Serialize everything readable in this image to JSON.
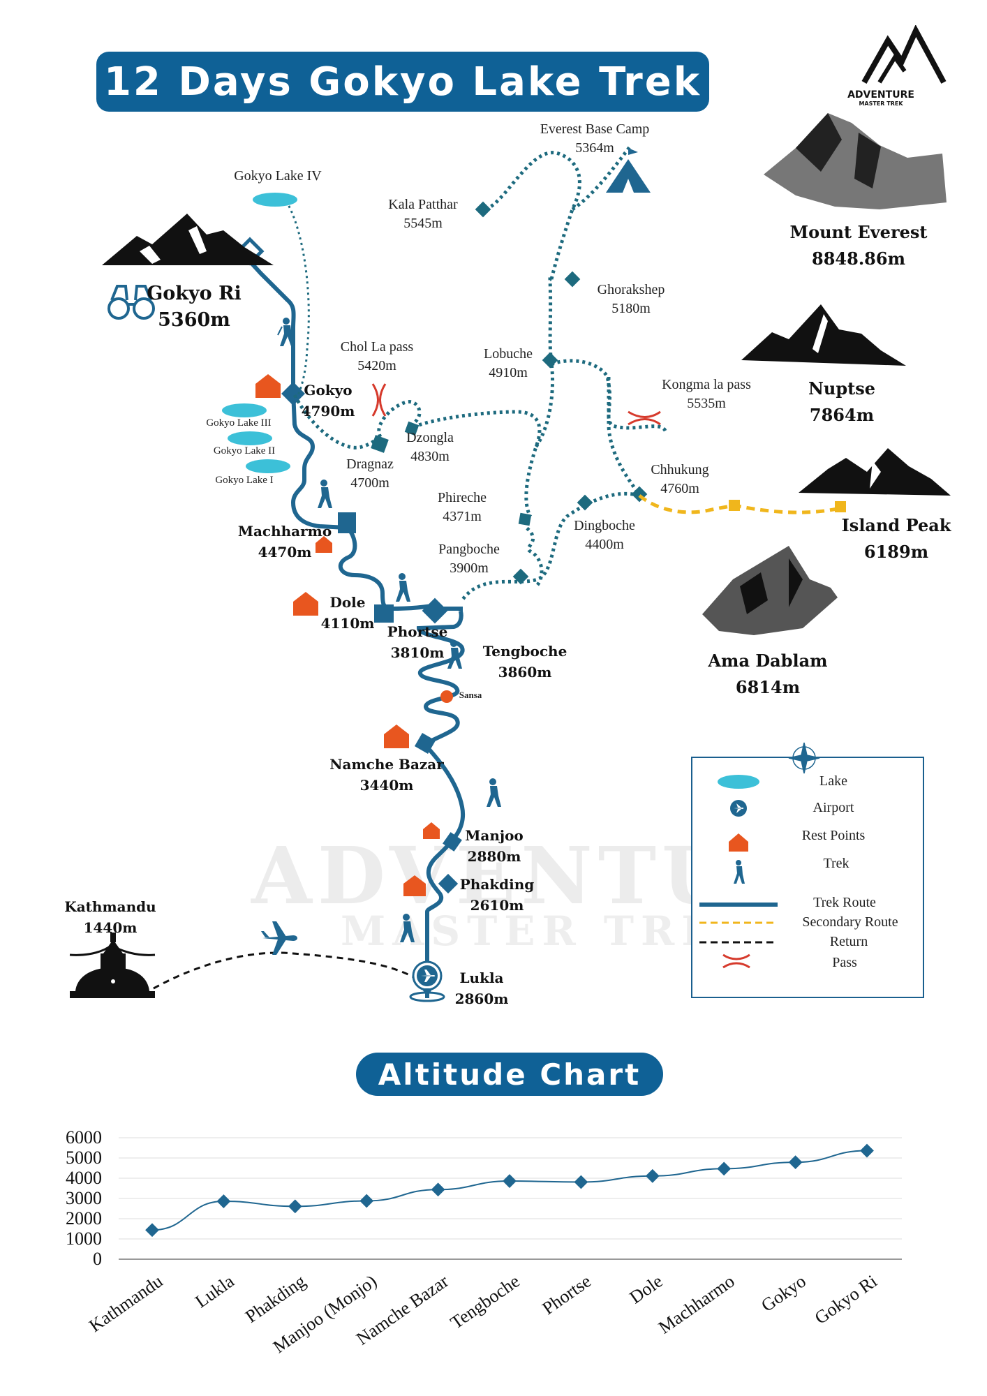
{
  "title": "12 Days Gokyo Lake Trek",
  "logo": {
    "line1": "ADVENTURE",
    "line2": "MASTER TREK",
    "icon": "mountain-logo-icon"
  },
  "watermark": {
    "line1": "ADVENTURE",
    "line2": "MASTER TREK"
  },
  "places": {
    "gokyo_ri": {
      "name": "Gokyo Ri",
      "alt": "5360m"
    },
    "gokyo": {
      "name": "Gokyo",
      "alt": "4790m"
    },
    "machharmo": {
      "name": "Machharmo",
      "alt": "4470m"
    },
    "dole": {
      "name": "Dole",
      "alt": "4110m"
    },
    "phortse": {
      "name": "Phortse",
      "alt": "3810m"
    },
    "tengboche": {
      "name": "Tengboche",
      "alt": "3860m"
    },
    "sansa": {
      "name": "Sansa"
    },
    "namche": {
      "name": "Namche Bazar",
      "alt": "3440m"
    },
    "manjoo": {
      "name": "Manjoo",
      "alt": "2880m"
    },
    "phakding": {
      "name": "Phakding",
      "alt": "2610m"
    },
    "lukla": {
      "name": "Lukla",
      "alt": "2860m"
    },
    "kathmandu": {
      "name": "Kathmandu",
      "alt": "1440m"
    },
    "gokyo_lake_iv": {
      "name": "Gokyo Lake IV"
    },
    "gokyo_lake_iii": {
      "name": "Gokyo Lake III"
    },
    "gokyo_lake_ii": {
      "name": "Gokyo Lake II"
    },
    "gokyo_lake_i": {
      "name": "Gokyo Lake I"
    },
    "chol_la": {
      "name": "Chol La pass",
      "alt": "5420m"
    },
    "dragnaz": {
      "name": "Dragnaz",
      "alt": "4700m"
    },
    "dzongla": {
      "name": "Dzongla",
      "alt": "4830m"
    },
    "kala_patthar": {
      "name": "Kala Patthar",
      "alt": "5545m"
    },
    "ebc": {
      "name": "Everest Base Camp",
      "alt": "5364m"
    },
    "gorakshep": {
      "name": "Ghorakshep",
      "alt": "5180m"
    },
    "lobuche": {
      "name": "Lobuche",
      "alt": "4910m"
    },
    "kongma_la": {
      "name": "Kongma la pass",
      "alt": "5535m"
    },
    "chhukung": {
      "name": "Chhukung",
      "alt": "4760m"
    },
    "phireche": {
      "name": "Phireche",
      "alt": "4371m"
    },
    "dingboche": {
      "name": "Dingboche",
      "alt": "4400m"
    },
    "pangboche": {
      "name": "Pangboche",
      "alt": "3900m"
    }
  },
  "peaks": {
    "everest": {
      "name": "Mount Everest",
      "alt": "8848.86m"
    },
    "nuptse": {
      "name": "Nuptse",
      "alt": "7864m"
    },
    "island_peak": {
      "name": "Island Peak",
      "alt": "6189m"
    },
    "ama_dablam": {
      "name": "Ama Dablam",
      "alt": "6814m"
    }
  },
  "legend": {
    "lake": "Lake",
    "airport": "Airport",
    "rest_points": "Rest Points",
    "trek": "Trek",
    "trek_route": "Trek Route",
    "secondary_route": "Secondary Route",
    "return": "Return",
    "pass": "Pass"
  },
  "colors": {
    "primary": "#0f6196",
    "route": "#1f6690",
    "dotted_route": "#1d6a7e",
    "secondary": "#f0b61c",
    "rest": "#e8561f",
    "lake": "#3cc0d8"
  },
  "chart_title": "Altitude Chart",
  "chart_data": {
    "type": "line",
    "categories": [
      "Kathmandu",
      "Lukla",
      "Phakding",
      "Manjoo (Monjo)",
      "Namche Bazar",
      "Tengboche",
      "Phortse",
      "Dole",
      "Machharmo",
      "Gokyo",
      "Gokyo Ri"
    ],
    "values": [
      1440,
      2860,
      2610,
      2880,
      3440,
      3860,
      3810,
      4110,
      4470,
      4790,
      5360
    ],
    "ylim": [
      0,
      6000
    ],
    "yticks": [
      "6000",
      "5000",
      "4000",
      "3000",
      "2000",
      "1000",
      "0"
    ],
    "grid": true,
    "color": "#1f6690"
  }
}
